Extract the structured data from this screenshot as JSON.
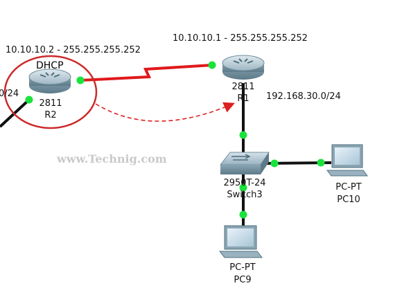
{
  "diagram": {
    "r2": {
      "ip_label": "10.10.10.2 - 255.255.255.252",
      "model": "2811",
      "name": "R2",
      "role_label": "DHCP",
      "left_net_label": "0/24"
    },
    "r1": {
      "ip_label": "10.10.10.1 - 255.255.255.252",
      "model": "2811",
      "name": "R1",
      "lan_label": "192.168.30.0/24"
    },
    "switch": {
      "model": "2950T-24",
      "name": "Switch3"
    },
    "pc10": {
      "model": "PC-PT",
      "name": "PC10"
    },
    "pc9": {
      "model": "PC-PT",
      "name": "PC9"
    },
    "watermark": "www.Technig.com",
    "colors": {
      "serial_link": "#e0191c",
      "ethernet_link": "#111111",
      "port_dot": "#19e33c",
      "dhcp_circle": "#cc2a2a",
      "dhcp_arrow": "#dd1f1f",
      "router_body": "#7f9fb0"
    }
  }
}
